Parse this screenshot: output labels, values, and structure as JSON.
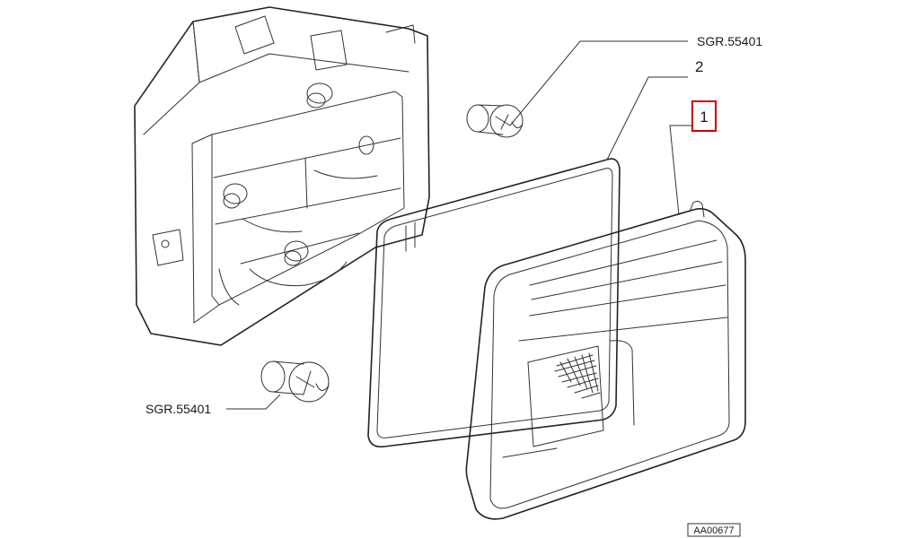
{
  "callouts": {
    "bulb_top": "SGR.55401",
    "bulb_bottom": "SGR.55401",
    "part_2": "2",
    "part_1": "1"
  },
  "drawing_ref": "AA00677",
  "colors": {
    "line": "#222222",
    "highlight_box": "#cc0000"
  }
}
